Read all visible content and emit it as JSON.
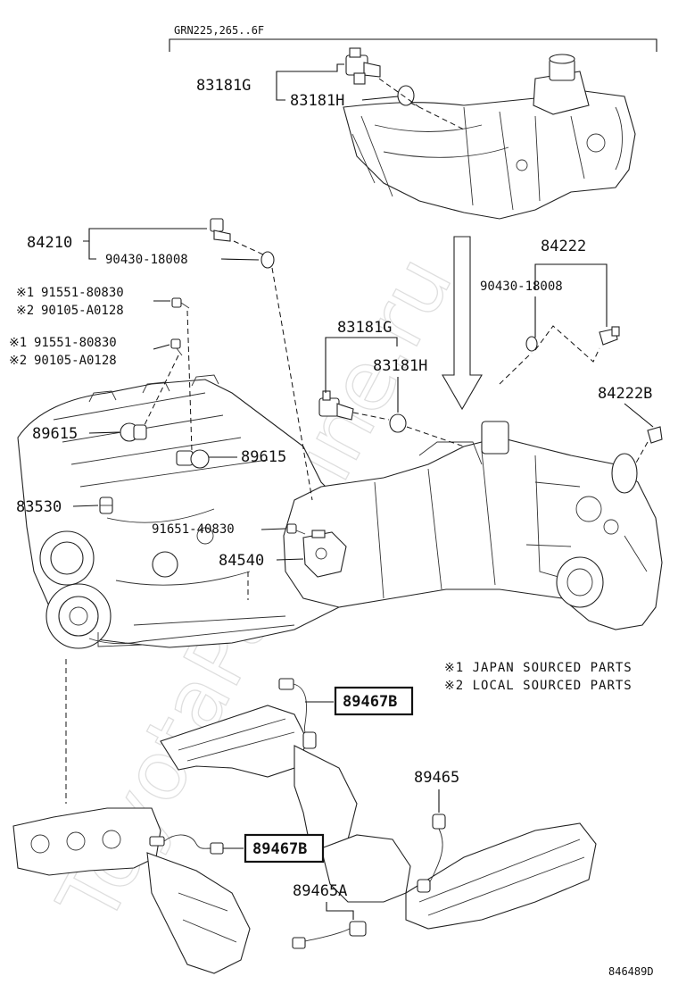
{
  "header": {
    "model_range": "GRN225,265..6F"
  },
  "watermark": {
    "text": "ToyotaPartMine.ru"
  },
  "callouts": {
    "c83181g_top": "83181G",
    "c83181h_top": "83181H",
    "c84210": "84210",
    "c90430_left": "90430-18008",
    "c84222": "84222",
    "c90430_right": "90430-18008",
    "c91551_a_mark": "※1",
    "c91551_a": "91551-80830",
    "c90105_a_mark": "※2",
    "c90105_a": "90105-A0128",
    "c91551_b_mark": "※1",
    "c91551_b": "91551-80830",
    "c90105_b_mark": "※2",
    "c90105_b": "90105-A0128",
    "c83181g_mid": "83181G",
    "c83181h_mid": "83181H",
    "c84222b": "84222B",
    "c89615_left": "89615",
    "c89615_right": "89615",
    "c83530": "83530",
    "c91651": "91651-40830",
    "c84540": "84540",
    "c89467b_top": "89467B",
    "c89465": "89465",
    "c89467b_bottom": "89467B",
    "c89465a": "89465A"
  },
  "notes": {
    "japan": "※1 JAPAN SOURCED PARTS",
    "local": "※2 LOCAL SOURCED PARTS"
  },
  "figure_id": "846489D"
}
